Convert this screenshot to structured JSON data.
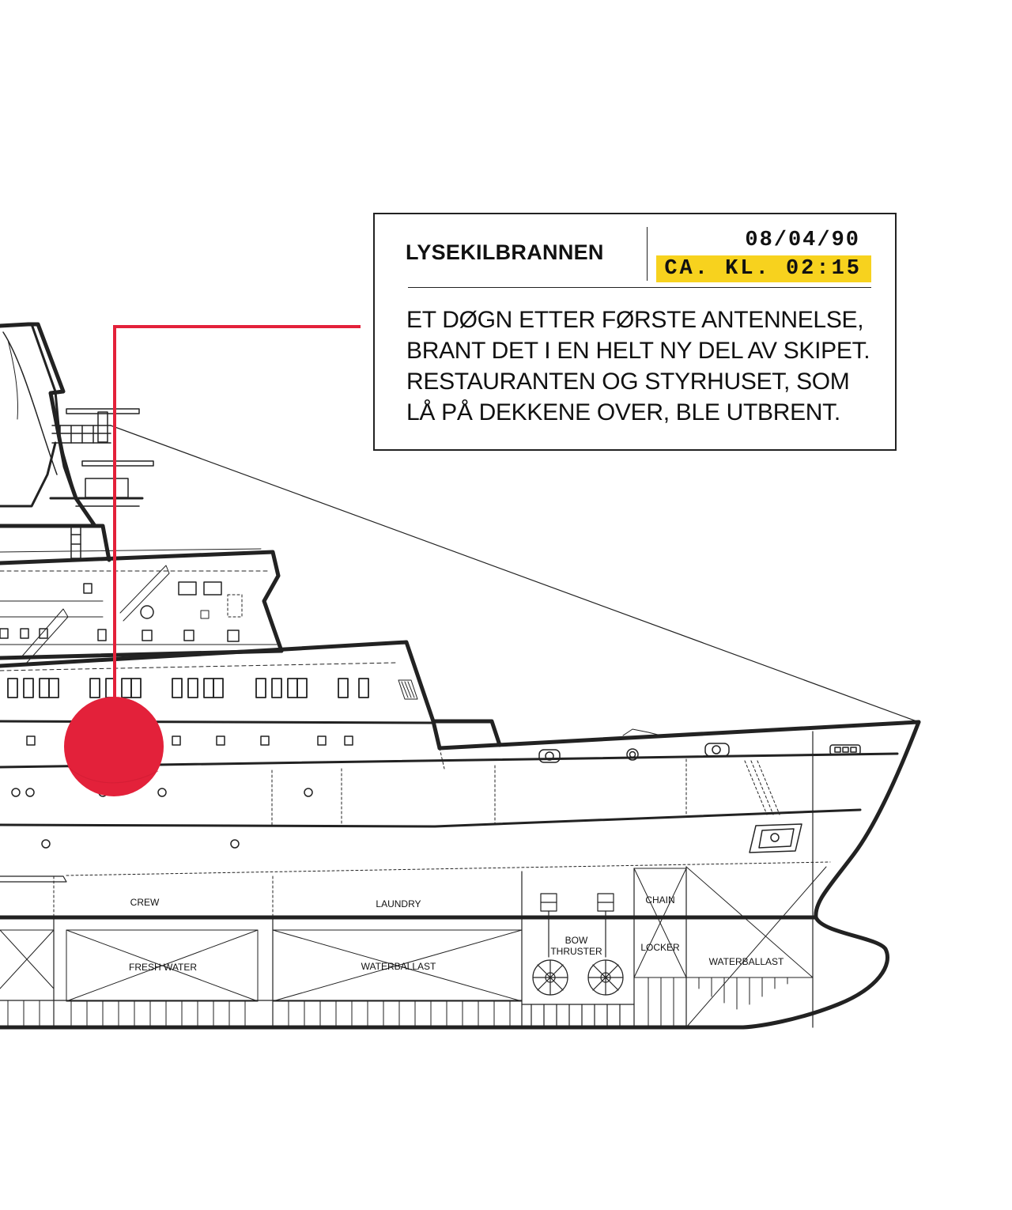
{
  "callout": {
    "title": "LYSEKILBRANNEN",
    "date": "08/04/90",
    "time": "CA. KL. 02:15",
    "body_lines": [
      "ET DØGN ETTER FØRSTE ANTENNELSE,",
      "BRANT DET I EN HELT NY DEL AV SKIPET.",
      "RESTAURANTEN OG STYRHUSET, SOM",
      "LÅ PÅ DEKKENE OVER, BLE UTBRENT."
    ]
  },
  "compartments": {
    "crew": "CREW",
    "laundry": "LAUNDRY",
    "chain": "CHAIN",
    "locker": "LOCKER",
    "fresh_water": "FRESH WATER",
    "waterballast_mid": "WATERBALLAST",
    "bow": "BOW",
    "thruster": "THRUSTER",
    "waterballast_fore": "WATERBALLAST"
  },
  "colors": {
    "marker": "#e3213a",
    "highlight": "#f7d21e",
    "line": "#222222"
  }
}
